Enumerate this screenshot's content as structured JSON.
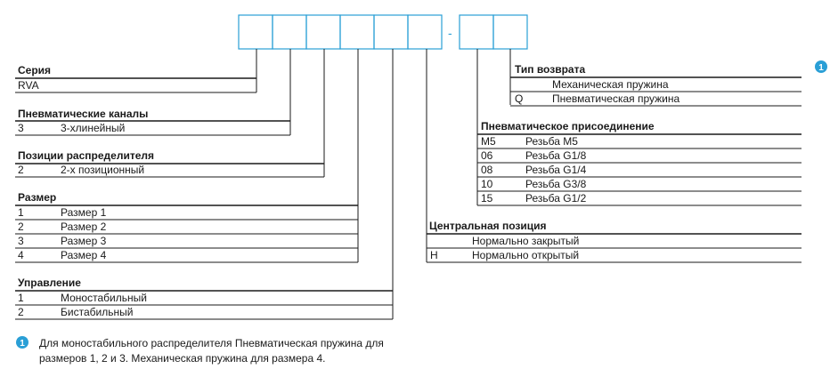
{
  "code": {
    "dash": "-"
  },
  "groups": {
    "series": {
      "title": "Серия",
      "rows": [
        {
          "code": "RVA",
          "label": ""
        }
      ]
    },
    "ports": {
      "title": "Пневматические каналы",
      "rows": [
        {
          "code": "3",
          "label": "3-хлинейный"
        }
      ]
    },
    "positions": {
      "title": "Позиции распределителя",
      "rows": [
        {
          "code": "2",
          "label": "2-х позиционный"
        }
      ]
    },
    "size": {
      "title": "Размер",
      "rows": [
        {
          "code": "1",
          "label": "Размер 1"
        },
        {
          "code": "2",
          "label": "Размер 2"
        },
        {
          "code": "3",
          "label": "Размер 3"
        },
        {
          "code": "4",
          "label": "Размер 4"
        }
      ]
    },
    "control": {
      "title": "Управление",
      "rows": [
        {
          "code": "1",
          "label": "Моностабильный"
        },
        {
          "code": "2",
          "label": "Бистабильный"
        }
      ]
    },
    "center": {
      "title": "Центральная позиция",
      "rows": [
        {
          "code": "",
          "label": "Нормально закрытый"
        },
        {
          "code": "H",
          "label": "Нормально открытый"
        }
      ]
    },
    "connection": {
      "title": "Пневматическое присоединение",
      "rows": [
        {
          "code": "M5",
          "label": "Резьба M5"
        },
        {
          "code": "06",
          "label": "Резьба G1/8"
        },
        {
          "code": "08",
          "label": "Резьба G1/4"
        },
        {
          "code": "10",
          "label": "Резьба G3/8"
        },
        {
          "code": "15",
          "label": "Резьба G1/2"
        }
      ]
    },
    "return": {
      "title": "Тип возврата",
      "rows": [
        {
          "code": "",
          "label": "Механическая пружина"
        },
        {
          "code": "Q",
          "label": "Пневматическая пружина"
        }
      ]
    }
  },
  "note": {
    "marker": "1",
    "lines": [
      "Для моностабильного распределителя Пневматическая пружина для",
      "размеров 1, 2 и 3. Механическая пружина для размера 4."
    ]
  },
  "colors": {
    "accent": "#2a9fd6",
    "text": "#1a1a1a"
  }
}
